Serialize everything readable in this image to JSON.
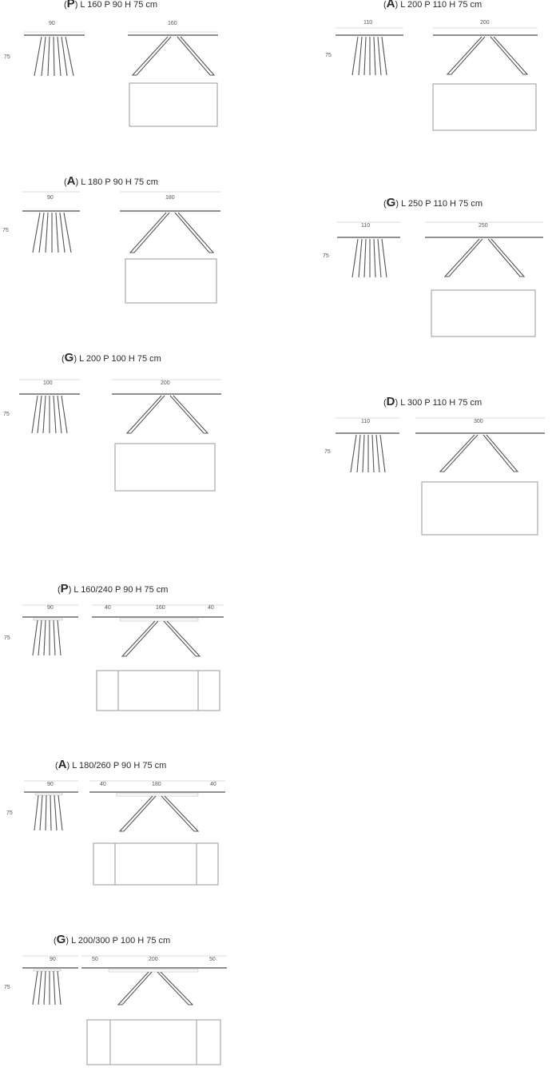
{
  "tables": [
    {
      "id": "t1",
      "code": "P",
      "label": "L 160 P 90 H 75 cm",
      "width_dim": "90",
      "length_dim": "160",
      "height_dim": "75"
    },
    {
      "id": "t2",
      "code": "A",
      "label": "L 200 P 110 H 75 cm",
      "width_dim": "110",
      "length_dim": "200",
      "height_dim": "75"
    },
    {
      "id": "t3",
      "code": "A",
      "label": "L 180 P 90 H 75 cm",
      "width_dim": "90",
      "length_dim": "180",
      "height_dim": "75"
    },
    {
      "id": "t4",
      "code": "G",
      "label": "L 250 P 110 H 75 cm",
      "width_dim": "110",
      "length_dim": "250",
      "height_dim": "75"
    },
    {
      "id": "t5",
      "code": "G",
      "label": "L 200 P 100 H 75 cm",
      "width_dim": "100",
      "length_dim": "200",
      "height_dim": "75"
    },
    {
      "id": "t6",
      "code": "D",
      "label": "L 300 P 110 H 75 cm",
      "width_dim": "110",
      "length_dim": "300",
      "height_dim": "75"
    },
    {
      "id": "t7",
      "code": "P",
      "label": "L 160/240 P 90 H 75 cm",
      "width_dim": "90",
      "length_dim": "160",
      "ext_dim": "40",
      "height_dim": "75"
    },
    {
      "id": "t8",
      "code": "A",
      "label": "L 180/260 P 90 H 75 cm",
      "width_dim": "90",
      "length_dim": "180",
      "ext_dim": "40",
      "height_dim": "75"
    },
    {
      "id": "t9",
      "code": "G",
      "label": "L 200/300 P 100 H 75 cm",
      "width_dim": "90",
      "length_dim": "200",
      "ext_dim": "50",
      "height_dim": "75"
    }
  ]
}
